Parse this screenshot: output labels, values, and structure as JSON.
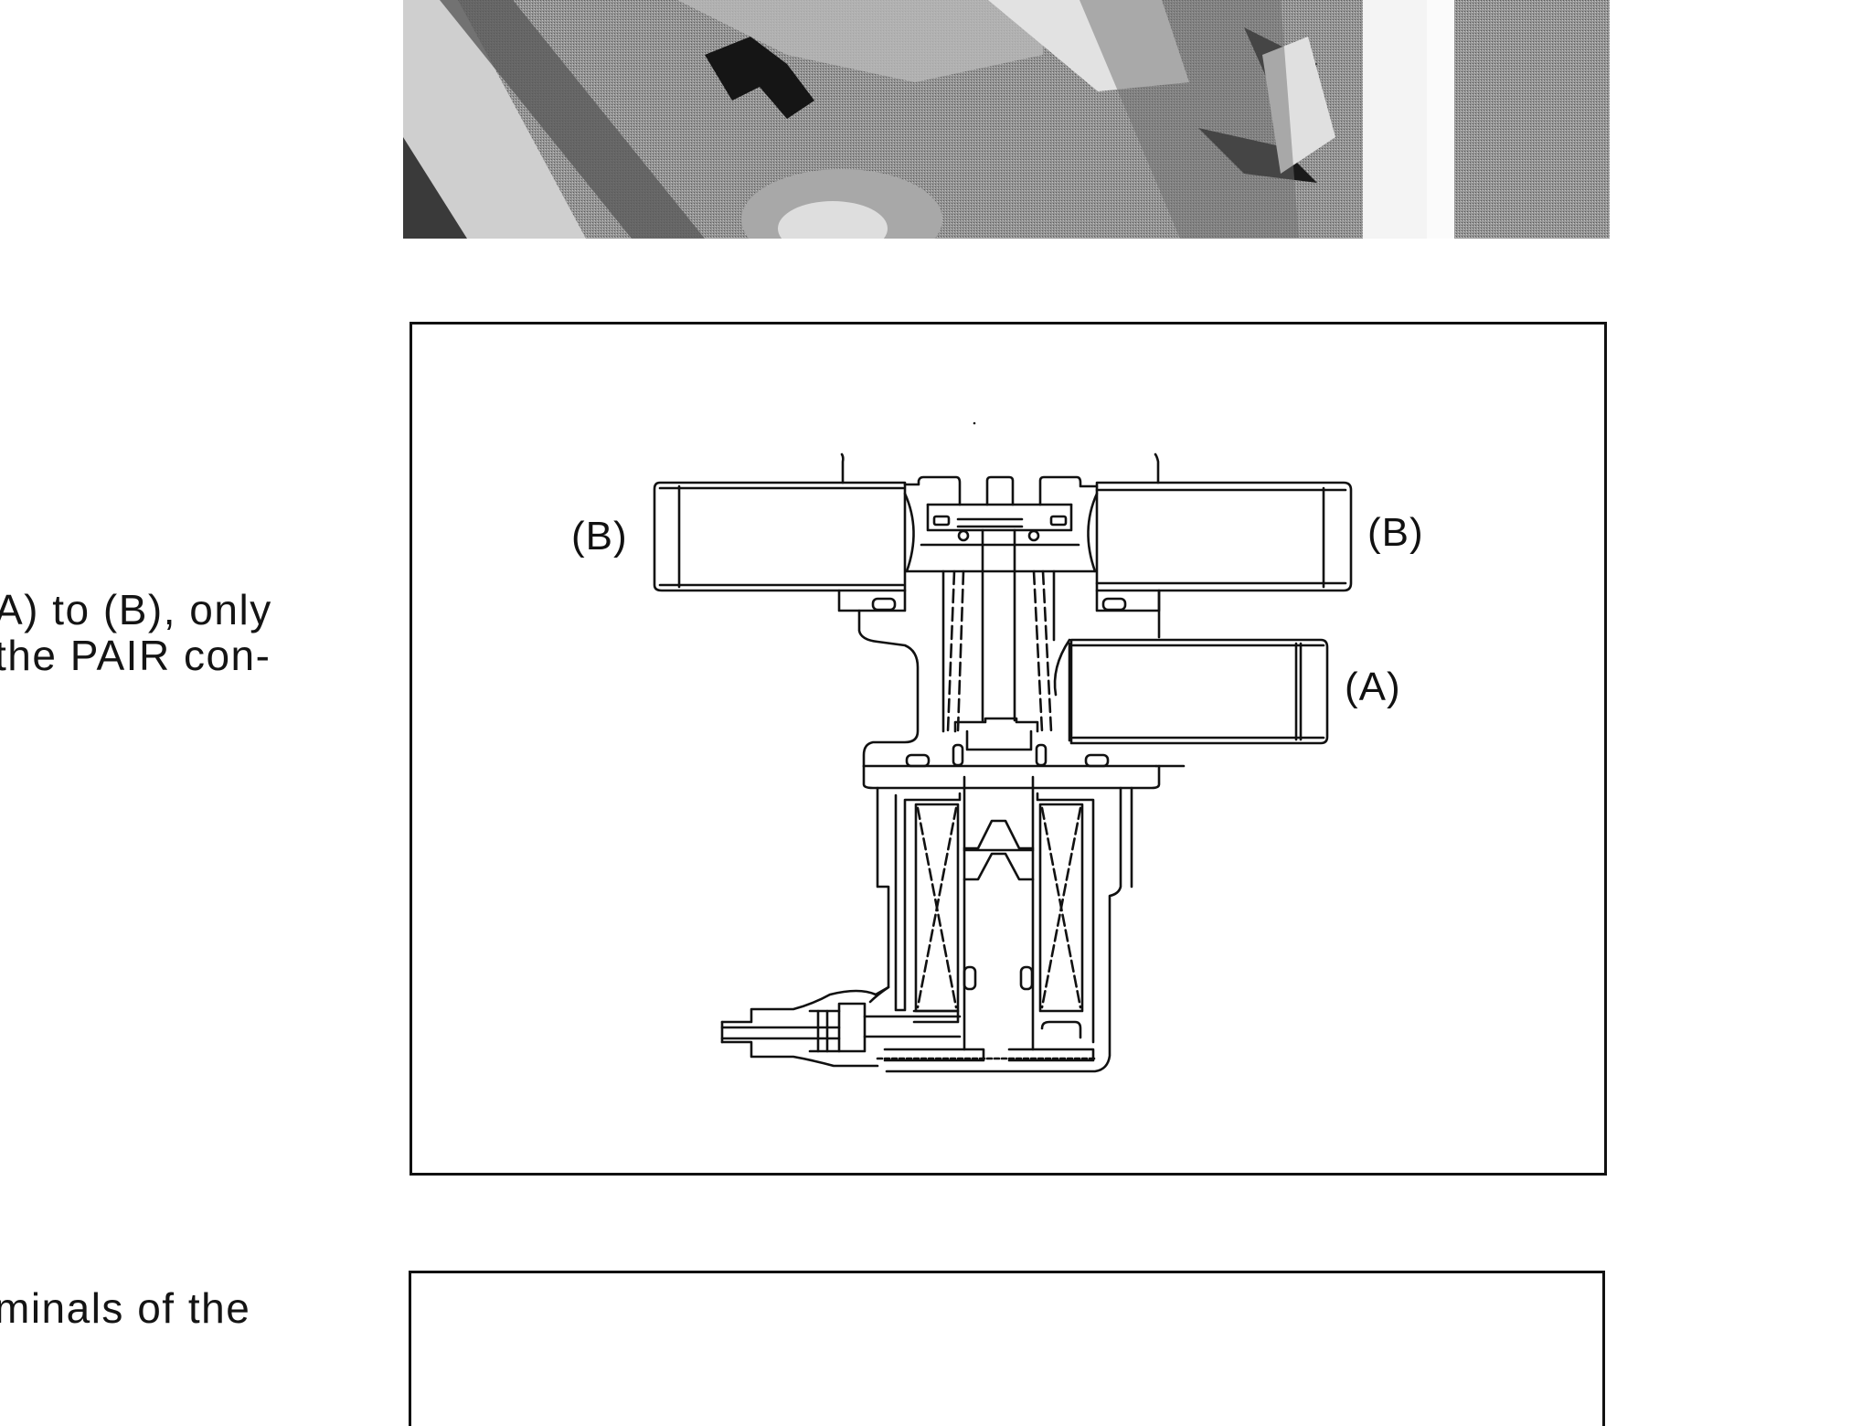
{
  "page": {
    "background": "#ffffff",
    "ink": "#111111"
  },
  "photo": {
    "description": "halftone photograph of engine/valve area (cropped at top)",
    "style": "grayscale halftone"
  },
  "left_column": {
    "paragraph_1": {
      "line_1": "A) to (B), only",
      "line_2": "the PAIR con-"
    },
    "paragraph_2": {
      "line_1": "minals of the"
    }
  },
  "figure_1": {
    "description": "cross-section line drawing of PAIR control solenoid valve",
    "labels": {
      "left_port": "(B)",
      "right_port": "(B)",
      "inlet_port": "(A)"
    }
  },
  "figure_2": {
    "description": "empty figure frame (continues below visible area)"
  }
}
